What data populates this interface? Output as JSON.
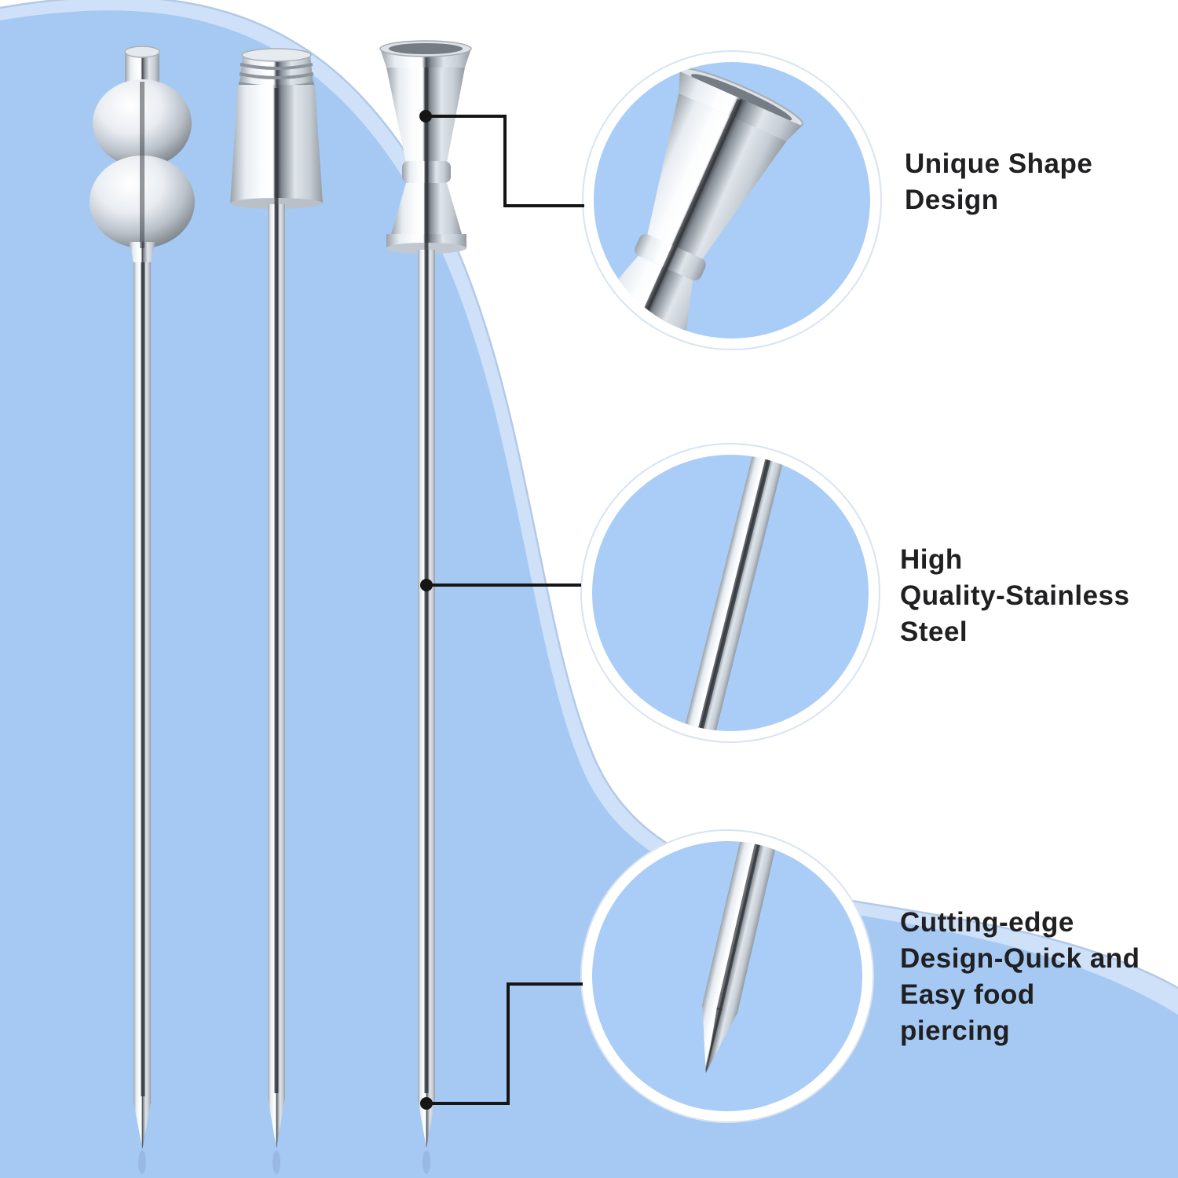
{
  "features": [
    {
      "label": "Unique Shape Design",
      "lines": [
        "Unique Shape",
        "Design"
      ]
    },
    {
      "label": "High Quality-Stainless Steel",
      "lines": [
        "High",
        "Quality-Stainless",
        "Steel"
      ]
    },
    {
      "label": "Cutting-edge Design-Quick and Easy food piercing",
      "lines": [
        "Cutting-edge",
        "Design-Quick and",
        "Easy food",
        "piercing"
      ]
    }
  ],
  "picks": [
    {
      "icon": "double-ball-top-pick-icon"
    },
    {
      "icon": "tapered-cup-top-pick-icon"
    },
    {
      "icon": "jigger-top-pick-icon"
    }
  ],
  "bubbles": [
    {
      "icon": "magnified-jigger-top-icon"
    },
    {
      "icon": "magnified-steel-shaft-icon"
    },
    {
      "icon": "magnified-needle-tip-icon"
    }
  ],
  "colors": {
    "background_blue": "#a6c9f3",
    "rim_light_blue": "#cfe1f9",
    "bubble_fill_blue": "#a9cdf6",
    "bubble_ring": "#ffffff",
    "text": "#202022",
    "callout_line": "#151515"
  }
}
